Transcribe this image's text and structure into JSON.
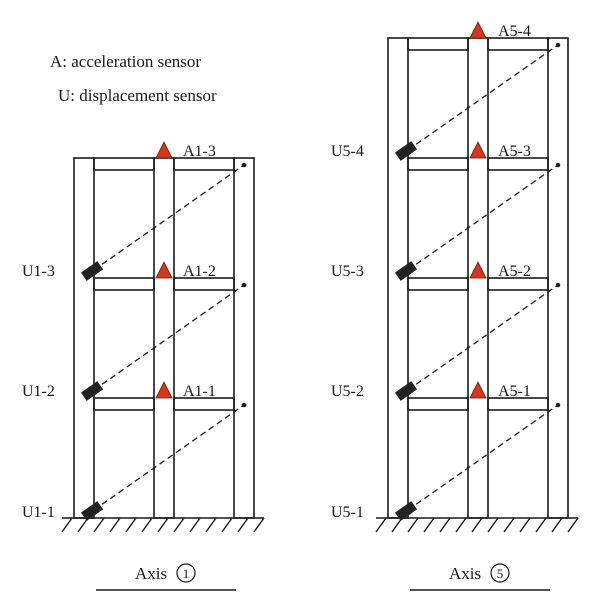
{
  "legend": {
    "acceleration": "A: acceleration sensor",
    "displacement": "U: displacement sensor"
  },
  "frames": [
    {
      "axis_label": "Axis",
      "axis_symbol": "1",
      "accelerometers": [
        "A1-1",
        "A1-2",
        "A1-3"
      ],
      "displacement_sensors": [
        "U1-1",
        "U1-2",
        "U1-3"
      ]
    },
    {
      "axis_label": "Axis",
      "axis_symbol": "5",
      "accelerometers": [
        "A5-1",
        "A5-2",
        "A5-3",
        "A5-4"
      ],
      "displacement_sensors": [
        "U5-1",
        "U5-2",
        "U5-3",
        "U5-4"
      ]
    }
  ],
  "colors": {
    "accelerometer_marker": "#d4371c",
    "displacement_sensor": "#222222",
    "lines": "#1a1a1a"
  }
}
